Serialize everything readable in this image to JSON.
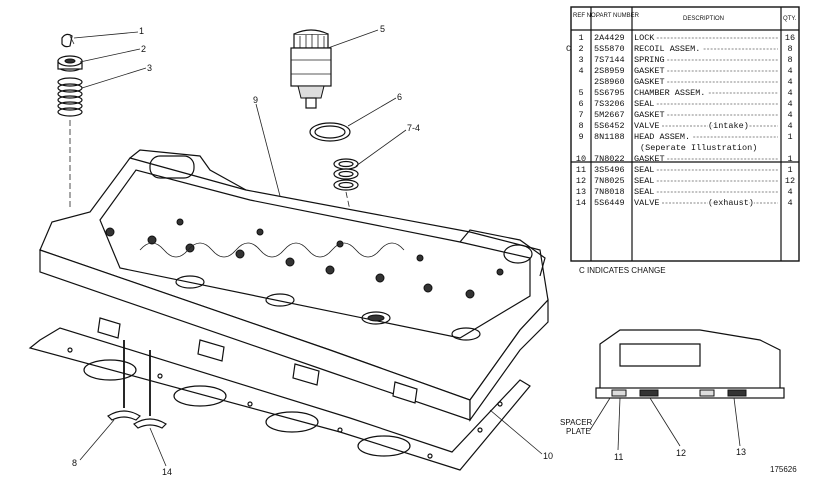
{
  "table": {
    "headers": {
      "ref": "REF NO.",
      "part": "PART NUMBER",
      "desc": "DESCRIPTION",
      "qty": "QTY."
    },
    "rows": [
      {
        "ref": "1",
        "part": "2A4429",
        "desc": "LOCK",
        "qty": "16",
        "mark": ""
      },
      {
        "ref": "2",
        "part": "5S5870",
        "desc": "RECOIL ASSEM.",
        "qty": "8",
        "mark": "C"
      },
      {
        "ref": "3",
        "part": "7S7144",
        "desc": "SPRING",
        "qty": "8",
        "mark": ""
      },
      {
        "ref": "4",
        "part": "2S8959",
        "desc": "GASKET",
        "qty": "4",
        "mark": ""
      },
      {
        "ref": "",
        "part": "2S8960",
        "desc": "GASKET",
        "qty": "4",
        "mark": ""
      },
      {
        "ref": "5",
        "part": "5S6795",
        "desc": "CHAMBER ASSEM.",
        "qty": "4",
        "mark": ""
      },
      {
        "ref": "6",
        "part": "7S3206",
        "desc": "SEAL",
        "qty": "4",
        "mark": ""
      },
      {
        "ref": "7",
        "part": "5M2667",
        "desc": "GASKET",
        "qty": "4",
        "mark": ""
      },
      {
        "ref": "8",
        "part": "5S6452",
        "desc": "VALVE",
        "note": "(intake)",
        "qty": "4",
        "mark": ""
      },
      {
        "ref": "9",
        "part": "8N1188",
        "desc": "HEAD ASSEM.",
        "note2": "(Seperate Illustration)",
        "qty": "1",
        "mark": ""
      },
      {
        "ref": "10",
        "part": "7N8022",
        "desc": "GASKET",
        "qty": "1",
        "mark": ""
      },
      {
        "ref": "11",
        "part": "3S5496",
        "desc": "SEAL",
        "qty": "1",
        "mark": ""
      },
      {
        "ref": "12",
        "part": "7N8025",
        "desc": "SEAL",
        "qty": "12",
        "mark": ""
      },
      {
        "ref": "13",
        "part": "7N8018",
        "desc": "SEAL",
        "qty": "4",
        "mark": ""
      },
      {
        "ref": "14",
        "part": "5S6449",
        "desc": "VALVE",
        "note": "(exhaust)",
        "qty": "4",
        "mark": ""
      }
    ],
    "footer": "C INDICATES CHANGE"
  },
  "callouts": {
    "c1": "1",
    "c2": "2",
    "c3": "3",
    "c5": "5",
    "c6": "6",
    "c7": "7-4",
    "c9": "9",
    "c8": "8",
    "c14": "14",
    "c10": "10",
    "c11": "11",
    "c12": "12",
    "c13": "13"
  },
  "inset": {
    "spacer_label_1": "SPACER",
    "spacer_label_2": "PLATE"
  },
  "figure_number": "175626"
}
